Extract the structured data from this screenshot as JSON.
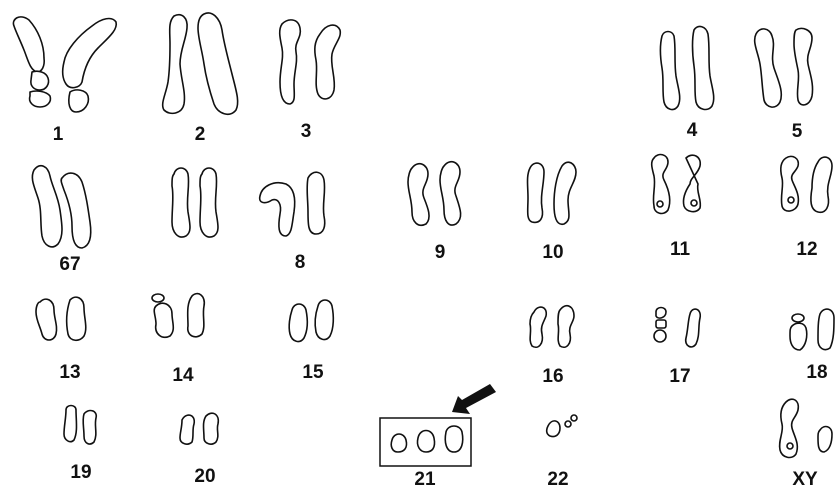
{
  "karyotype": {
    "labels": [
      "1",
      "2",
      "3",
      "4",
      "5",
      "67",
      "8",
      "9",
      "10",
      "11",
      "12",
      "13",
      "14",
      "15",
      "16",
      "17",
      "18",
      "19",
      "20",
      "21",
      "22",
      "XY"
    ]
  },
  "colors": {
    "outline": "#111111",
    "background": "#ffffff"
  },
  "annotations": {
    "highlight": "trisomy-21-box",
    "pointer": "arrow-icon"
  }
}
